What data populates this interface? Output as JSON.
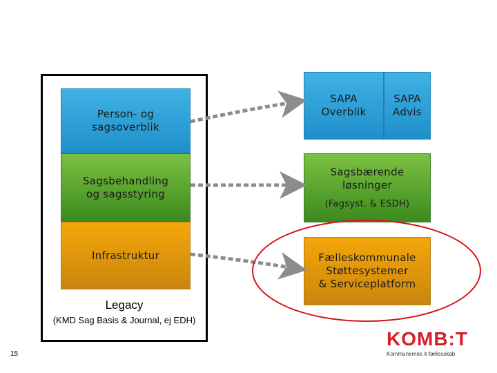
{
  "left": {
    "person": "Person- og\nsagsoverblik",
    "sagsbehandling": "Sagsbehandling\nog sagsstyring",
    "infrastruktur": "Infrastruktur",
    "legacy_title": "Legacy",
    "legacy_sub": "(KMD Sag Basis & Journal, ej EDH)"
  },
  "right": {
    "sapa_overblik": "SAPA\nOverblik",
    "sapa_advis": "SAPA\nAdvis",
    "sagsbaerende": "Sagsbærende\nløsninger",
    "sagsbaerende_sub": "(Fagsyst. & ESDH)",
    "faelles": "Fælleskommunale\nStøttesystemer\n& Serviceplatform"
  },
  "footer": {
    "page_number": "15",
    "logo_text": "KOMB:T",
    "logo_tagline": "Kommunernes it-fællesskab"
  },
  "colors": {
    "blue": "#2aa3dc",
    "green": "#5aa332",
    "orange": "#e39a0b",
    "highlight": "#d7141a",
    "arrow": "#8c8c8c"
  }
}
